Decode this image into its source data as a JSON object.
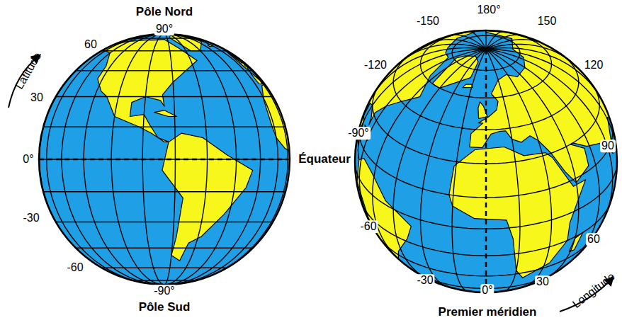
{
  "diagram": {
    "labels": [
      "Pôle Nord",
      "90°",
      "60",
      "30",
      "0°",
      "-30",
      "-60",
      "-90°",
      "Pôle Sud",
      "Latitude",
      "Équateur",
      "180°",
      "150",
      "-150",
      "120",
      "-120",
      "-90°",
      "90",
      "-60",
      "-30",
      "0°",
      "30",
      "60",
      "Longitude",
      "Premier méridien"
    ]
  }
}
